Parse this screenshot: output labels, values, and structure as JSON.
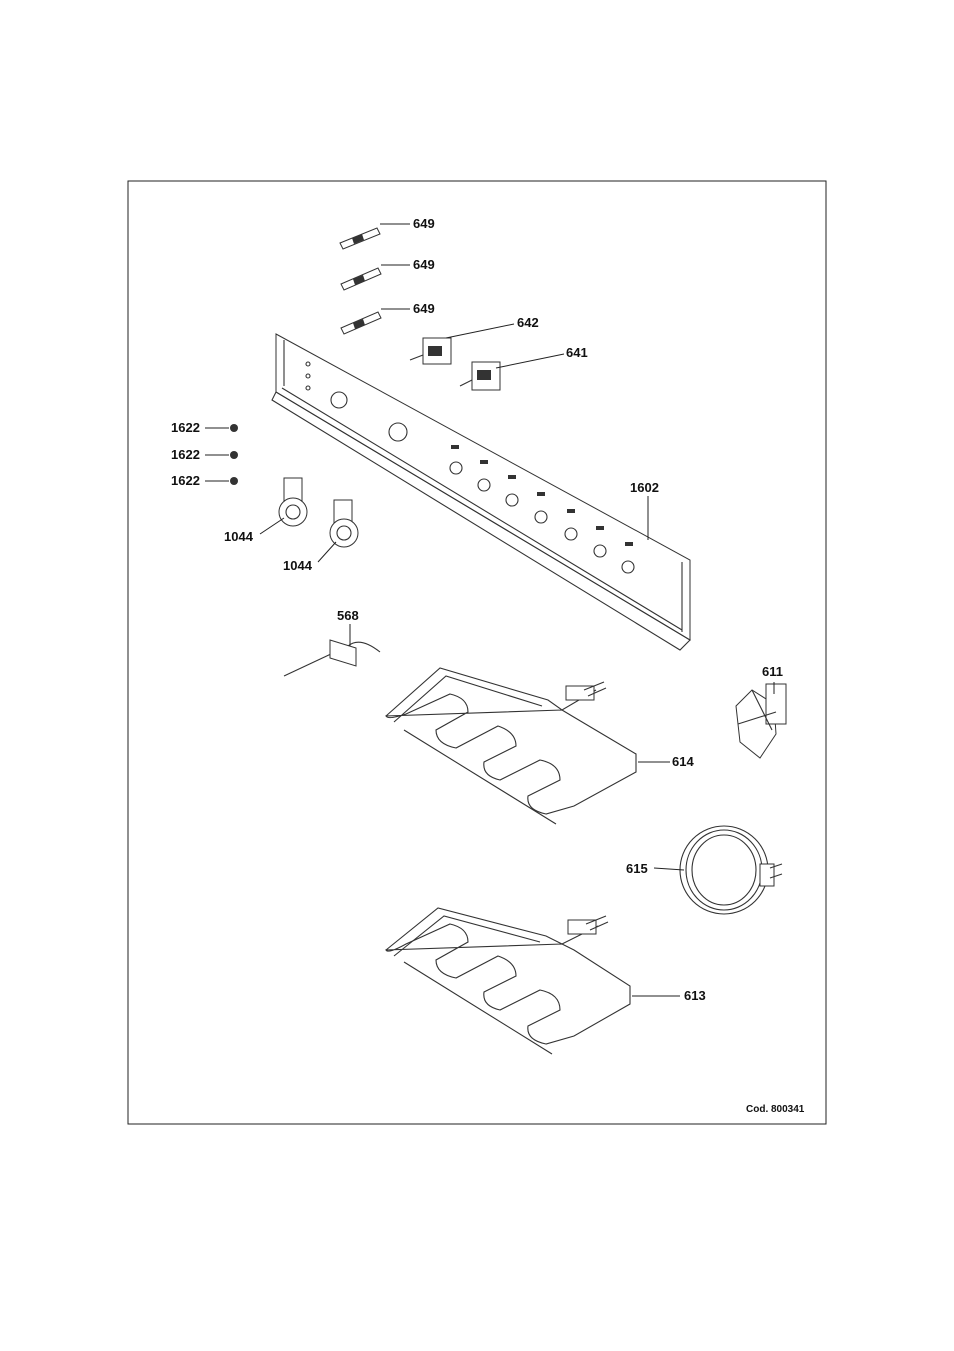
{
  "labels": {
    "shaft_1": "649",
    "shaft_2": "649",
    "shaft_3": "649",
    "switch_642": "642",
    "switch_641": "641",
    "screw_1": "1622",
    "screw_2": "1622",
    "screw_3": "1622",
    "holder_1": "1044",
    "holder_2": "1044",
    "panel": "1602",
    "rod": "568",
    "fan_motor": "611",
    "grill_element": "614",
    "ring_element": "615",
    "bottom_element": "613"
  },
  "code": "Cod. 800341"
}
